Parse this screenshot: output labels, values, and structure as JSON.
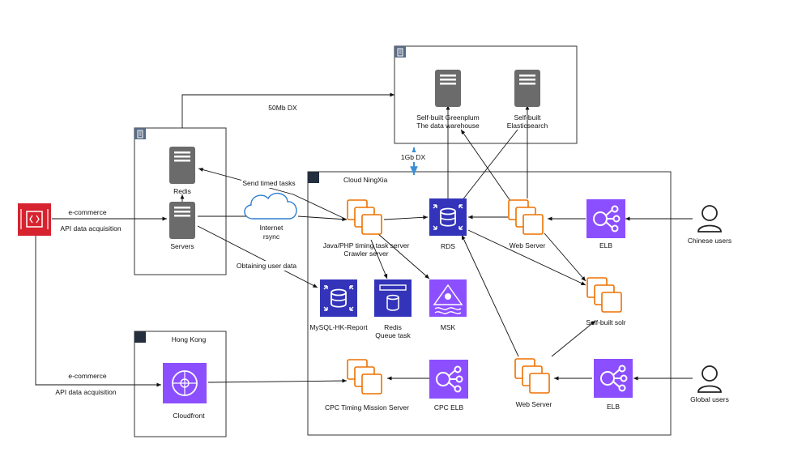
{
  "groups": {
    "top_dc": {
      "title": ""
    },
    "left_dc": {
      "title": ""
    },
    "ningxia": {
      "title": "Cloud NingXia"
    },
    "hongkong": {
      "title": "Hong Kong"
    }
  },
  "nodes": {
    "greenplum": {
      "line1": "Self-built Greenplum",
      "line2": "The data warehouse"
    },
    "elasticsearch": {
      "line1": "Self-built",
      "line2": "Elasticsearch"
    },
    "redis_server": {
      "label": "Redis"
    },
    "servers": {
      "label": "Servers"
    },
    "internet": {
      "line1": "Internet",
      "line2": "rsync"
    },
    "api_gateway": {
      "label": ""
    },
    "task_server": {
      "line1": "Java/PHP timing task server",
      "line2": "Crawler server"
    },
    "rds": {
      "label": "RDS"
    },
    "web_server_cn": {
      "label": "Web Server"
    },
    "elb_cn": {
      "label": "ELB"
    },
    "chinese_users": {
      "label": "Chinese users"
    },
    "mysql_hk": {
      "label": "MySQL-HK-Report"
    },
    "redis_queue": {
      "line1": "Redis",
      "line2": "Queue task"
    },
    "msk": {
      "label": "MSK"
    },
    "solr": {
      "label": "Self-built solr"
    },
    "cloudfront": {
      "label": "Cloudfront"
    },
    "cpc_timing": {
      "label": "CPC Timing Mission Server"
    },
    "cpc_elb": {
      "label": "CPC ELB"
    },
    "web_server_global": {
      "label": "Web Server"
    },
    "elb_global": {
      "label": "ELB"
    },
    "global_users": {
      "label": "Global users"
    }
  },
  "edges": {
    "dx_50mb": "50Mb DX",
    "dx_1gb": "1Gb DX",
    "ecommerce_top": "e-commerce",
    "api_top": "API data acquisition",
    "send_timed_tasks": "Send timed tasks",
    "obtaining_user_data": "Obtaining user data",
    "ecommerce_bottom": "e-commerce",
    "api_bottom": "API data acquisition"
  },
  "colors": {
    "compute_orange": "#ed7100",
    "database_blue": "#3334b9",
    "network_purple": "#8c4fff",
    "gateway_red": "#d6232f",
    "server_gray": "#6b6b6b",
    "dx_arrow_blue": "#3b8fd6",
    "building_icon": "#5a6b86"
  },
  "icons": {
    "server": "server-rack-icon",
    "building": "corporate-data-center-icon",
    "compute": "ec2-instances-icon",
    "database": "rds-database-icon",
    "elb": "elastic-load-balancer-icon",
    "users": "user-icon",
    "cloud": "internet-cloud-icon",
    "api": "api-gateway-icon",
    "msk": "managed-kafka-icon",
    "cloudfront": "cloudfront-icon",
    "elasticache": "elasticache-redis-icon"
  }
}
